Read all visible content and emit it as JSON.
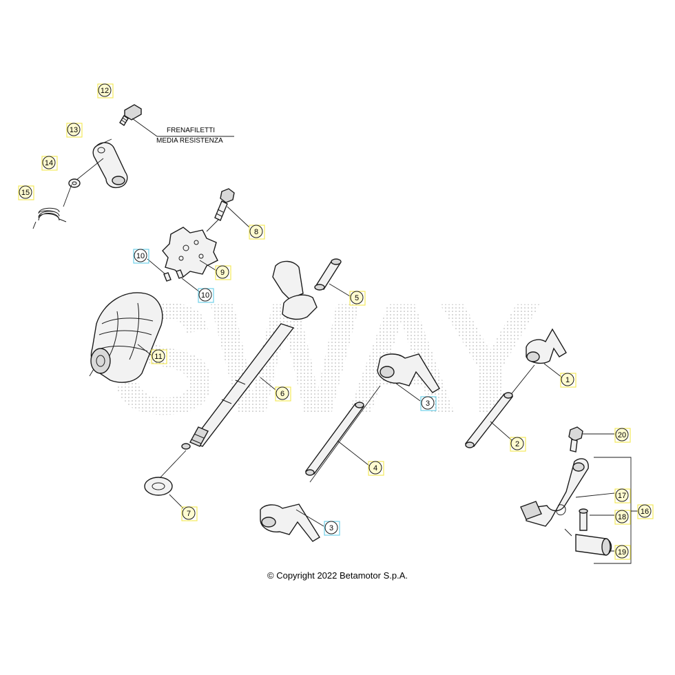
{
  "note": {
    "line1": "FRENAFILETTI",
    "line2": "MEDIA RESISTENZA"
  },
  "copyright": "© Copyright 2022 Betamotor S.p.A.",
  "watermark": "SWAY",
  "colors": {
    "callout_yellow": "#f3e85a",
    "callout_cyan": "#6fd0e8",
    "line": "#1a1a1a",
    "watermark_dots": "#9a9a9a"
  },
  "callouts": [
    {
      "id": "1",
      "text": "1",
      "highlight": "yellow"
    },
    {
      "id": "2",
      "text": "2",
      "highlight": "yellow"
    },
    {
      "id": "3a",
      "text": "3",
      "highlight": "cyan"
    },
    {
      "id": "3b",
      "text": "3",
      "highlight": "cyan"
    },
    {
      "id": "4",
      "text": "4",
      "highlight": "yellow"
    },
    {
      "id": "5",
      "text": "5",
      "highlight": "yellow"
    },
    {
      "id": "6",
      "text": "6",
      "highlight": "yellow"
    },
    {
      "id": "7",
      "text": "7",
      "highlight": "yellow"
    },
    {
      "id": "8",
      "text": "8",
      "highlight": "yellow"
    },
    {
      "id": "9",
      "text": "9",
      "highlight": "yellow"
    },
    {
      "id": "10a",
      "text": "10",
      "highlight": "cyan"
    },
    {
      "id": "10b",
      "text": "10",
      "highlight": "cyan"
    },
    {
      "id": "11",
      "text": "11",
      "highlight": "yellow"
    },
    {
      "id": "12",
      "text": "12",
      "highlight": "yellow"
    },
    {
      "id": "13",
      "text": "13",
      "highlight": "yellow"
    },
    {
      "id": "14",
      "text": "14",
      "highlight": "yellow"
    },
    {
      "id": "15",
      "text": "15",
      "highlight": "yellow"
    },
    {
      "id": "16",
      "text": "16",
      "highlight": "yellow"
    },
    {
      "id": "17",
      "text": "17",
      "highlight": "yellow"
    },
    {
      "id": "18",
      "text": "18",
      "highlight": "yellow"
    },
    {
      "id": "19",
      "text": "19",
      "highlight": "yellow"
    },
    {
      "id": "20",
      "text": "20",
      "highlight": "yellow"
    }
  ]
}
